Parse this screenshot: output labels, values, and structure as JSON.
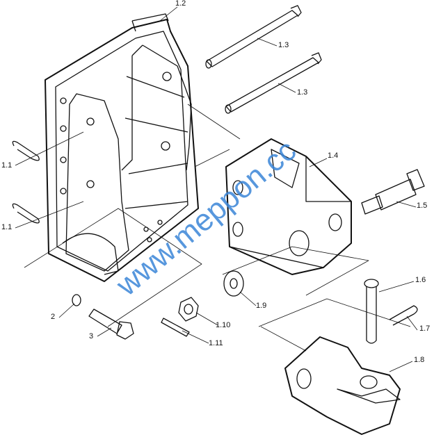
{
  "diagram": {
    "labels": {
      "l1_2": "1.2",
      "l1_3a": "1.3",
      "l1_3b": "1.3",
      "l1_4": "1.4",
      "l1_5": "1.5",
      "l1_1a": "1.1",
      "l1_1b": "1.1",
      "l2": "2",
      "l3": "3",
      "l1_9": "1.9",
      "l1_10": "1.10",
      "l1_11": "1.11",
      "l1_6": "1.6",
      "l1_7": "1.7",
      "l1_8": "1.8"
    },
    "watermark": "www.meppon.cc",
    "colors": {
      "line": "#111111",
      "watermark": "#3a86d8"
    }
  }
}
